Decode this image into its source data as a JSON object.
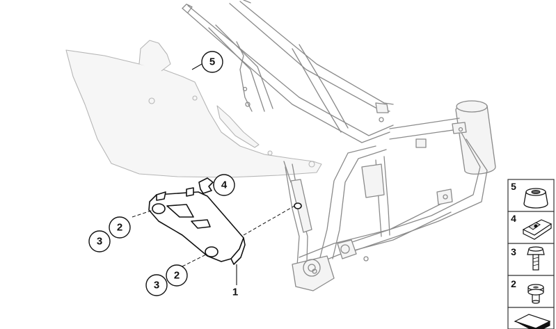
{
  "callouts": {
    "c1": "1",
    "c2a": "2",
    "c3a": "3",
    "c2b": "2",
    "c3b": "3",
    "c4": "4",
    "c5": "5"
  },
  "legend": [
    {
      "number": "5",
      "icon": "rubber-grommet-icon"
    },
    {
      "number": "4",
      "icon": "spring-nut-icon"
    },
    {
      "number": "3",
      "icon": "bolt-icon"
    },
    {
      "number": "2",
      "icon": "bushing-icon"
    },
    {
      "number": "",
      "icon": "diagram-reference-icon"
    }
  ]
}
